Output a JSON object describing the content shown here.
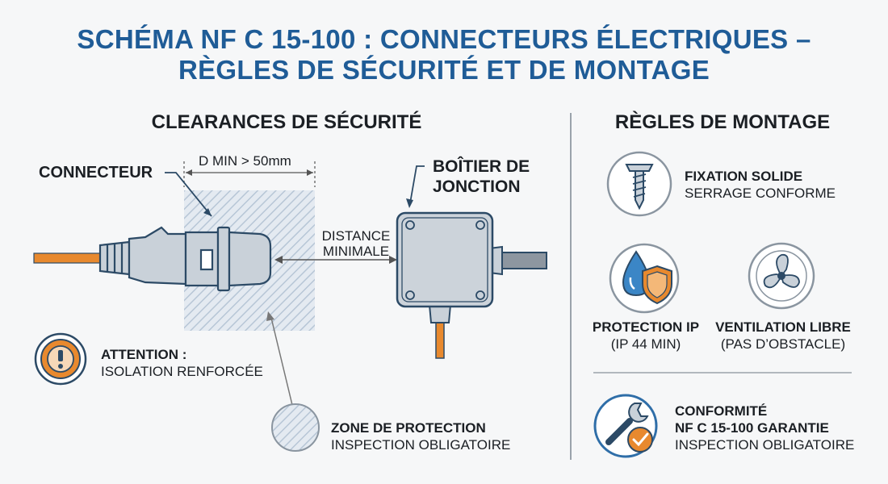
{
  "title": {
    "line1": "SCHÉMA NF C 15-100 : CONNECTEURS ÉLECTRIQUES –",
    "line2": "RÈGLES DE SÉCURITÉ ET DE MONTAGE"
  },
  "left": {
    "heading": "CLEARANCES DE SÉCURITÉ",
    "connector_label": "CONNECTEUR",
    "distance_dim": "D MIN > 50mm",
    "distance_label_1": "DISTANCE",
    "distance_label_2": "MINIMALE",
    "box_label_1": "BOÎTIER DE",
    "box_label_2": "JONCTION",
    "attention_title": "ATTENTION :",
    "attention_text": "ISOLATION RENFORCÉE",
    "zone_title": "ZONE DE PROTECTION",
    "zone_text": "INSPECTION OBLIGATOIRE"
  },
  "right": {
    "heading": "RÈGLES DE MONTAGE",
    "fixation_title": "FIXATION SOLIDE",
    "fixation_text": "SERRAGE CONFORME",
    "ip_title": "PROTECTION IP",
    "ip_text": "(IP 44 MIN)",
    "vent_title": "VENTILATION LIBRE",
    "vent_text": "(PAS D’OBSTACLE)",
    "conf_title_1": "CONFORMITÉ",
    "conf_title_2": "NF C 15-100 GARANTIE",
    "conf_text": "INSPECTION OBLIGATOIRE"
  },
  "colors": {
    "title": "#1f5c97",
    "cable": "#e8892e",
    "outline": "#2c4a66",
    "body": "#c9d1d9",
    "icon_blue": "#2f6ea8"
  },
  "icons": [
    "screw-icon",
    "water-drop-shield-icon",
    "fan-icon",
    "warning-icon",
    "wrench-check-icon"
  ]
}
